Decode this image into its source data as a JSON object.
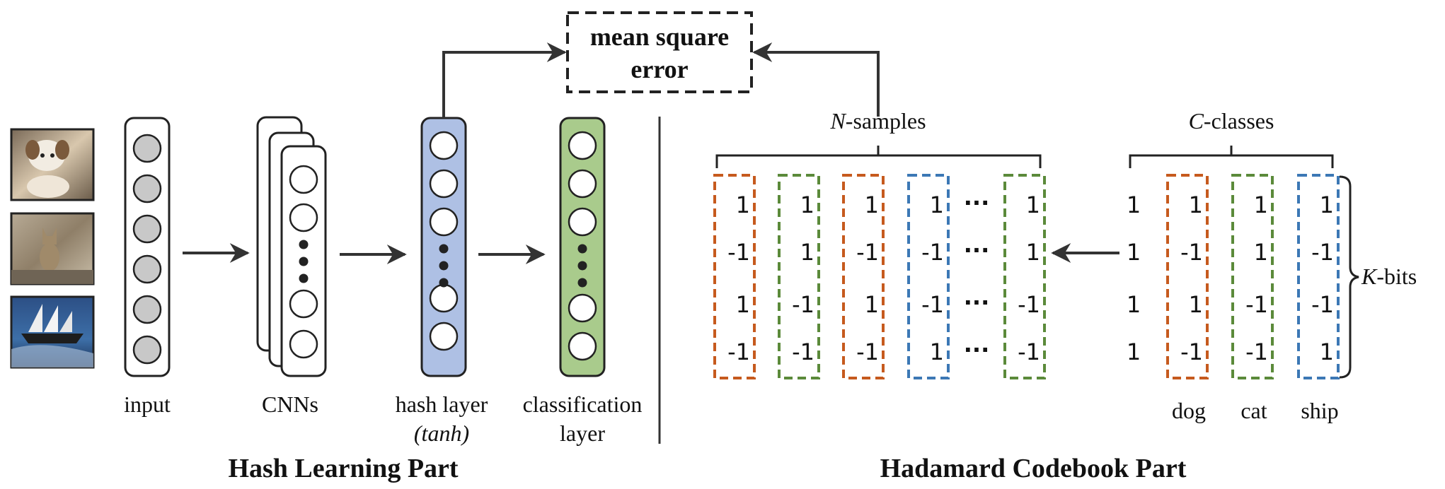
{
  "colors": {
    "orange": "#C65A1E",
    "green": "#5B8A3A",
    "blue": "#3C78B5",
    "hash_fill": "#AEC0E4",
    "class_fill": "#A9CB8C",
    "input_node_fill": "#C8C8C8",
    "line": "#333333"
  },
  "hash_learning": {
    "title": "Hash Learning Part",
    "input_label": "input",
    "cnn_label": "CNNs",
    "hash_label": "hash layer",
    "hash_sublabel": "(tanh)",
    "class_label_line1": "classification",
    "class_label_line2": "layer",
    "images": [
      "dog-photo",
      "cat-photo",
      "ship-photo"
    ]
  },
  "loss": {
    "line1": "mean square",
    "line2": "error"
  },
  "codebook": {
    "title": "Hadamard Codebook Part",
    "n_label_italic": "N",
    "n_label_rest": "-samples",
    "c_label_italic": "C",
    "c_label_rest": "-classes",
    "k_label_italic": "K",
    "k_label_rest": "-bits",
    "ellipsis": "···",
    "sample_columns": [
      {
        "color": "orange",
        "values": [
          "1",
          "-1",
          "1",
          "-1"
        ]
      },
      {
        "color": "green",
        "values": [
          "1",
          "1",
          "-1",
          "-1"
        ]
      },
      {
        "color": "orange",
        "values": [
          "1",
          "-1",
          "1",
          "-1"
        ]
      },
      {
        "color": "blue",
        "values": [
          "1",
          "-1",
          "-1",
          "1"
        ]
      },
      {
        "color": "green",
        "values": [
          "1",
          "1",
          "-1",
          "-1"
        ]
      }
    ],
    "first_column": [
      "1",
      "1",
      "1",
      "1"
    ],
    "class_columns": [
      {
        "color": "orange",
        "name": "dog",
        "values": [
          "1",
          "-1",
          "1",
          "-1"
        ]
      },
      {
        "color": "green",
        "name": "cat",
        "values": [
          "1",
          "1",
          "-1",
          "-1"
        ]
      },
      {
        "color": "blue",
        "name": "ship",
        "values": [
          "1",
          "-1",
          "-1",
          "1"
        ]
      }
    ]
  }
}
